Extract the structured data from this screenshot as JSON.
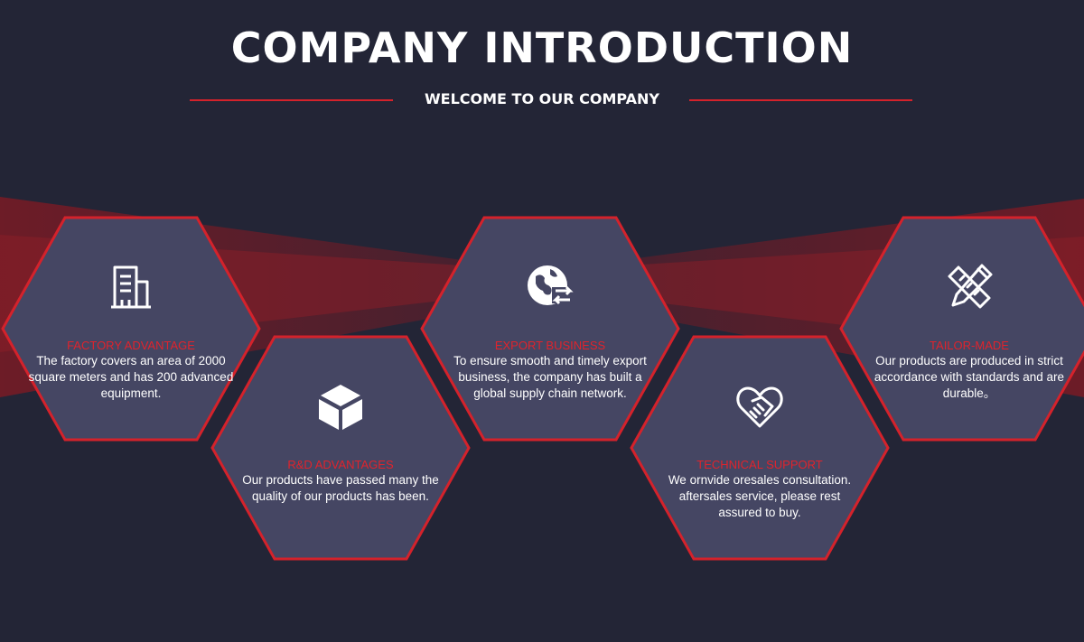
{
  "header": {
    "title": "COMPANY INTRODUCTION",
    "subtitle": "WELCOME TO OUR COMPANY"
  },
  "colors": {
    "background": "#232536",
    "hex_fill": "#454663",
    "accent_red": "#d4222b",
    "text_white": "#ffffff"
  },
  "features": [
    {
      "icon": "building-icon",
      "title": "FACTORY ADVANTAGE",
      "description": "The factory covers an area of 2000 square meters and has 200 advanced equipment."
    },
    {
      "icon": "cube-icon",
      "title": "R&D ADVANTAGES",
      "description": "Our products have passed many the quality of our products has been."
    },
    {
      "icon": "globe-exchange-icon",
      "title": "EXPORT BUSINESS",
      "description": "To ensure smooth and timely export business, the company has built a global supply chain network."
    },
    {
      "icon": "handshake-heart-icon",
      "title": "TECHNICAL SUPPORT",
      "description": "We ornvide oresales consultation. aftersales service, please rest assured to buy."
    },
    {
      "icon": "pencil-ruler-icon",
      "title": "TAILOR-MADE",
      "description": "Our products are produced in strict accordance with standards and are durable。"
    }
  ]
}
